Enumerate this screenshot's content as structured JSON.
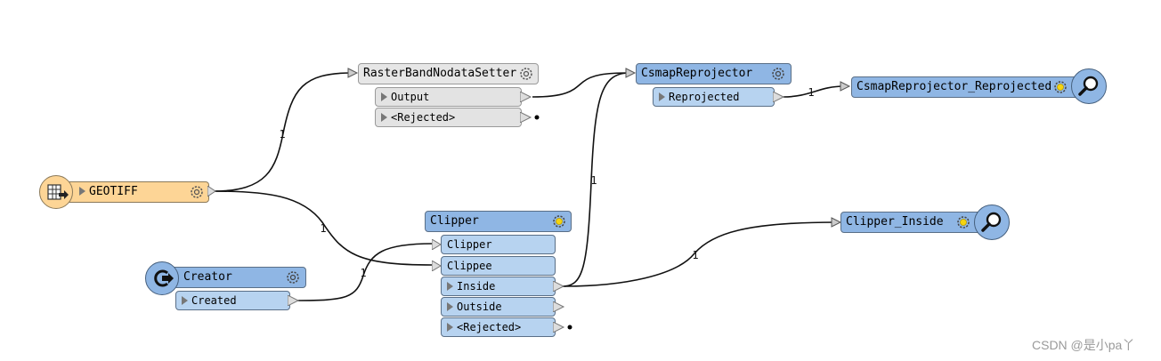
{
  "nodes": {
    "geotiff": {
      "label": "GEOTIFF"
    },
    "raster_band": {
      "label": "RasterBandNodataSetter",
      "ports": [
        "Output",
        "<Rejected>"
      ]
    },
    "csmap": {
      "label": "CsmapReprojector",
      "ports": [
        "Reprojected"
      ]
    },
    "csmap_out": {
      "label": "CsmapReprojector_Reprojected"
    },
    "clipper": {
      "label": "Clipper",
      "inputs": [
        "Clipper",
        "Clippee"
      ],
      "outputs": [
        "Inside",
        "Outside",
        "<Rejected>"
      ]
    },
    "clipper_inside": {
      "label": "Clipper_Inside"
    },
    "creator": {
      "label": "Creator",
      "ports": [
        "Created"
      ]
    }
  },
  "connections": [
    {
      "from": "geotiff",
      "to": "raster_band",
      "count": "1"
    },
    {
      "from": "geotiff",
      "to": "clipper.Clippee",
      "count": "1"
    },
    {
      "from": "creator.Created",
      "to": "clipper.Clipper",
      "count": "1"
    },
    {
      "from": "raster_band.Output",
      "to": "csmap",
      "count": ""
    },
    {
      "from": "clipper.Inside",
      "to": "csmap",
      "count": "1"
    },
    {
      "from": "csmap.Reprojected",
      "to": "csmap_out",
      "count": "1"
    },
    {
      "from": "clipper.Inside",
      "to": "clipper_inside",
      "count": "1"
    }
  ],
  "watermark": "CSDN @是小pa丫",
  "colors": {
    "blue_header": "#8fb6e4",
    "blue_port": "#b7d3f0",
    "orange": "#fdd596",
    "gray": "#e6e6e6"
  }
}
